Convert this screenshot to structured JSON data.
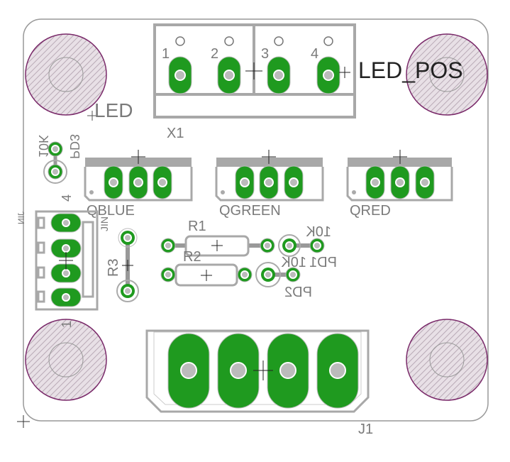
{
  "board": {
    "labels": {
      "led_pos": "LED_POS",
      "led": "LED",
      "x1": "X1",
      "x1_pins": [
        "1",
        "2",
        "3",
        "4"
      ],
      "qblue": "QBLUE",
      "qgreen": "QGREEN",
      "qred": "QRED",
      "r1": "R1",
      "r2": "R2",
      "r3": "R3",
      "pd1": "PD1",
      "pd1_value": "10K",
      "pd1_value2": "10K",
      "pd2": "PD2",
      "pd3": "PD3",
      "pd3_value": "10K",
      "jin": "JIN",
      "jin_pin_top": "4",
      "jin_pin_bottom": "1",
      "j1": "J1"
    },
    "colors": {
      "copper": "#1f9a1f",
      "silkscreen": "#a8a8a8",
      "hole_ring": "#7a2a6a"
    }
  }
}
